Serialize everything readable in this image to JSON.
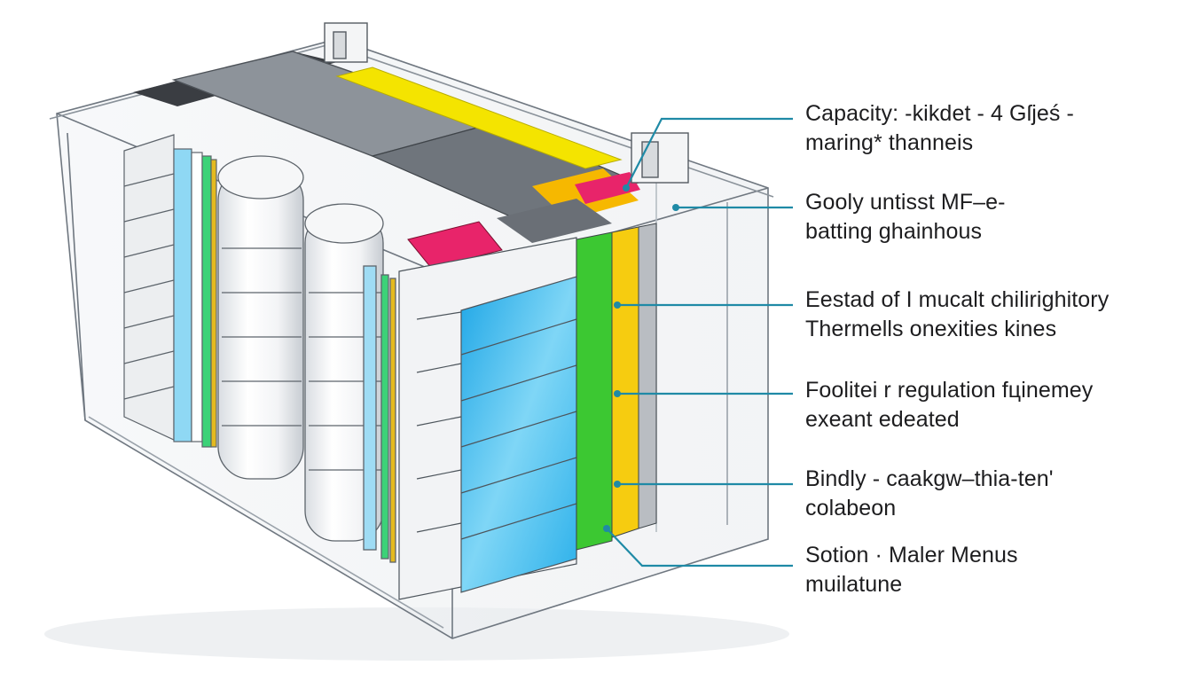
{
  "colors": {
    "leader_line": "#1f8aa6",
    "accent_yellow": "#f4e400",
    "accent_magenta": "#e8246a",
    "accent_cyan": "#38b8e8",
    "accent_green": "#3cc832",
    "accent_orange": "#f6b800"
  },
  "callouts": [
    {
      "line1": "Capacity: -kikdet - 4 Gſjeś -",
      "line2": "maring* thanneis"
    },
    {
      "line1": "Gooly untisst MF–e-",
      "line2": "batting ghainhous"
    },
    {
      "line1": "Eestad of I mucalt chilirighitory",
      "line2": "Thermells onexities kines"
    },
    {
      "line1": "Foolitei r regulation fцinemey",
      "line2": "exeant edeated"
    },
    {
      "line1": "Bindly - caakgw–thia-ten'",
      "line2": "colabeon"
    },
    {
      "line1": "Sotion · Maler Menus",
      "line2": "muilatune"
    }
  ]
}
